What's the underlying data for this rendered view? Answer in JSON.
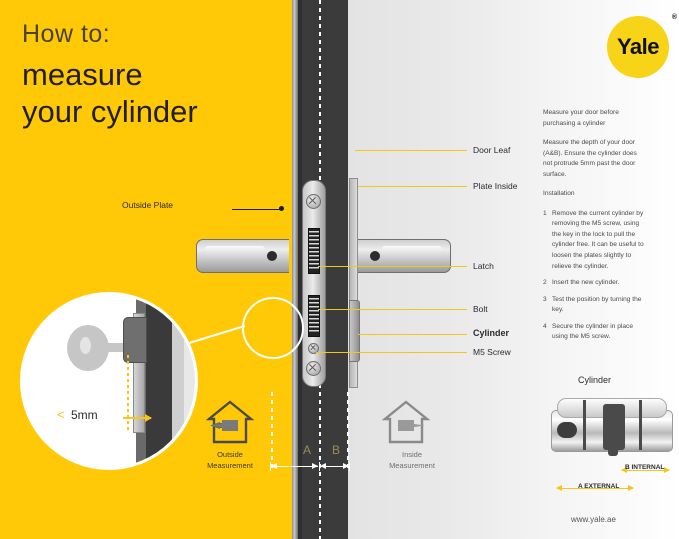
{
  "title": {
    "howto": "How to:",
    "line2": "measure",
    "line3": "your cylinder"
  },
  "brand": {
    "logo_text": "Yale",
    "registered_mark": "®",
    "logo_bg": "#F7D417",
    "website": "www.yale.ae"
  },
  "colors": {
    "yellow": "#FFC907",
    "dark_panel": "#3b3b3b",
    "light_panel": "#e9e9e9",
    "accent_line": "#F5C518"
  },
  "right_text": {
    "intro": "Measure your door before purchasing a cylinder",
    "depth_note": "Measure the depth of your door (A&B). Ensure the cylinder does not protrude 5mm past the door surface.",
    "install_heading": "Installation",
    "steps": [
      {
        "num": "1",
        "text": "Remove the current cylinder by removing the M5 screw, using the key in the lock to pull the cylinder free. It can be useful to loosen the plates slightly to relieve the cylinder."
      },
      {
        "num": "2",
        "text": "Insert the new cylinder."
      },
      {
        "num": "3",
        "text": "Test the position by turning the key."
      },
      {
        "num": "4",
        "text": "Secure the cylinder in place using the M5 screw."
      }
    ]
  },
  "callouts": {
    "right": [
      {
        "label": "Door Leaf",
        "bold": false
      },
      {
        "label": "Plate Inside",
        "bold": false
      },
      {
        "label": "Latch",
        "bold": false
      },
      {
        "label": "Bolt",
        "bold": false
      },
      {
        "label": "Cylinder",
        "bold": true
      },
      {
        "label": "M5 Screw",
        "bold": false
      }
    ],
    "left": {
      "label": "Outside Plate"
    }
  },
  "magnifier": {
    "less_than": "<",
    "distance": "5mm"
  },
  "measurements": {
    "outside": {
      "line1": "Outside",
      "line2": "Measurement"
    },
    "inside": {
      "line1": "Inside",
      "line2": "Measurement"
    },
    "dim_a": "A",
    "dim_b": "B"
  },
  "cylinder_photo": {
    "title": "Cylinder",
    "label_a": "A EXTERNAL",
    "label_b": "B INTERNAL"
  }
}
